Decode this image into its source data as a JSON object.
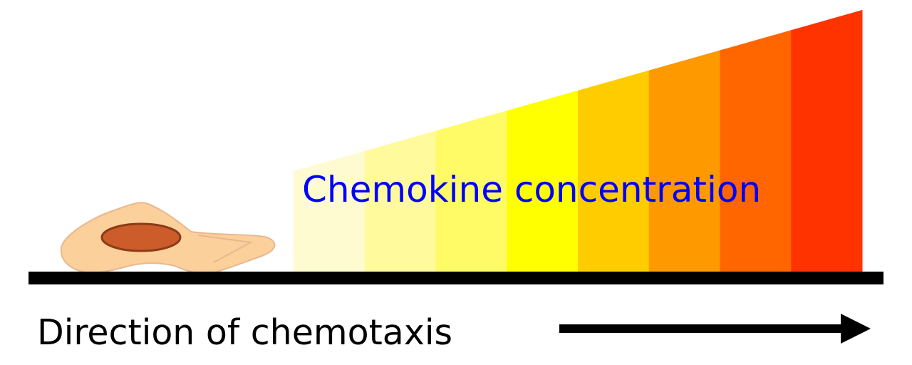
{
  "labels": {
    "concentration": "Chemokine concentration",
    "direction": "Direction of chemotaxis"
  },
  "colors": {
    "concentration_text": "#0000ff",
    "direction_text": "#000000",
    "surface": "#000000",
    "arrow": "#000000",
    "cell_body": "#fcd09a",
    "cell_outline": "#e8b890",
    "nucleus_fill": "#cc5c2a",
    "nucleus_outline": "#8b3c18"
  },
  "gradient": {
    "band_count": 8,
    "colors": [
      "#fffbd0",
      "#fffb9c",
      "#fffb66",
      "#ffff00",
      "#ffcc00",
      "#ff9900",
      "#ff6600",
      "#ff3300"
    ]
  }
}
